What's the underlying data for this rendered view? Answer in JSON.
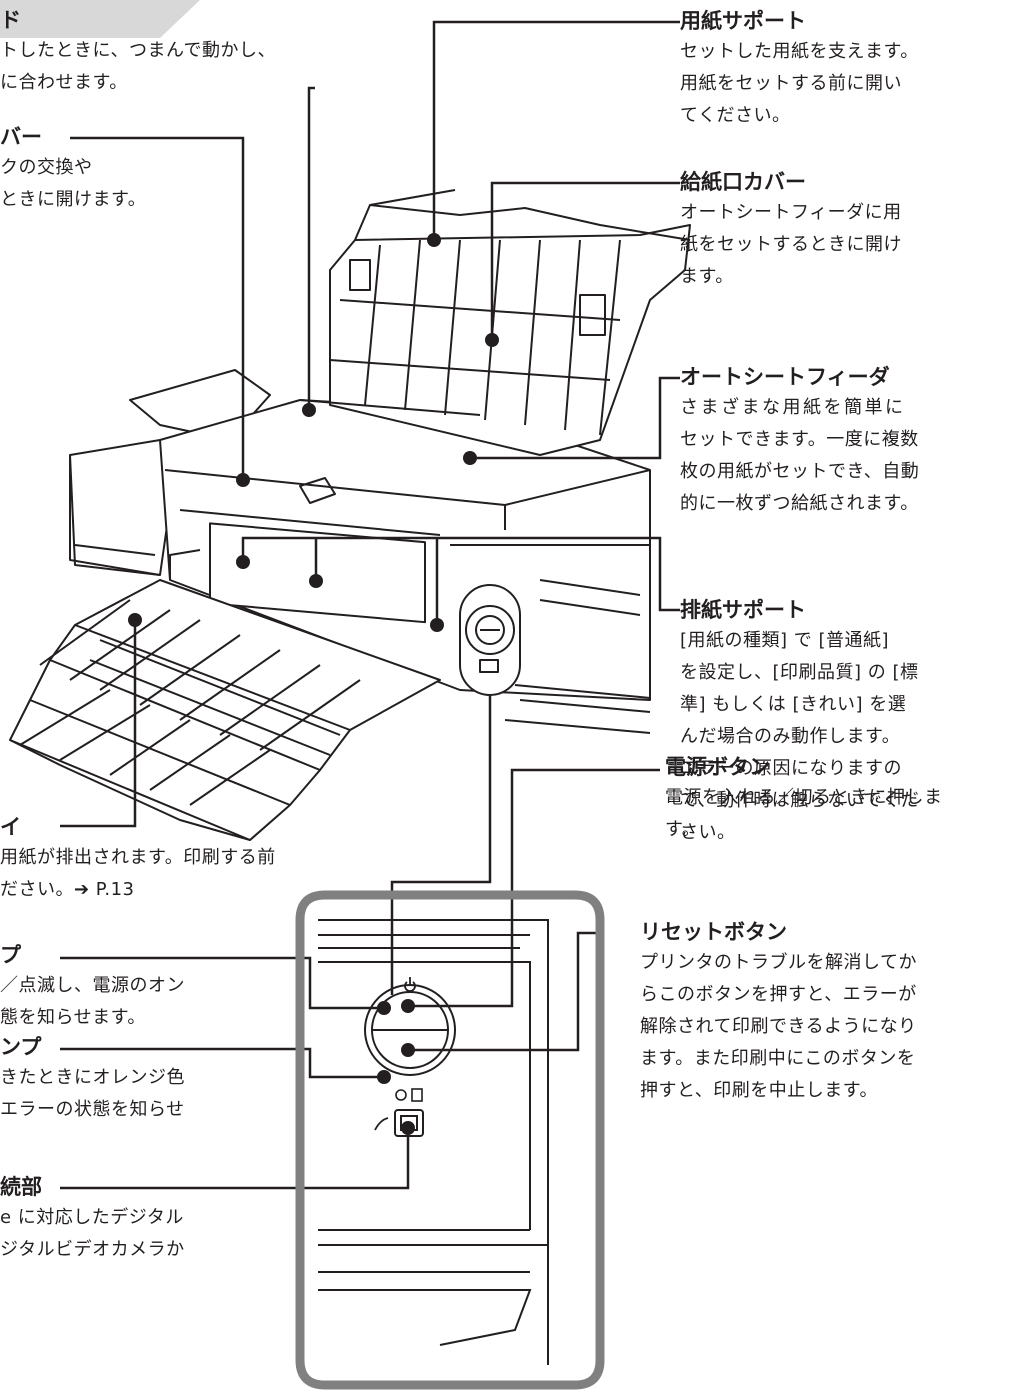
{
  "annotations": {
    "paper_guide": {
      "title": "ド",
      "lines": [
        "トしたときに、つまんで動かし、",
        "に合わせます。"
      ]
    },
    "top_cover": {
      "title": "バー",
      "lines": [
        "クの交換や",
        "ときに開けます。"
      ]
    },
    "paper_support": {
      "title": "用紙サポート",
      "lines": [
        "セットした用紙を支えます。",
        "用紙をセットする前に開い",
        "てください。"
      ]
    },
    "feed_slot_cover": {
      "title": "給紙口カバー",
      "lines": [
        "オートシートフィーダに用",
        "紙をセットするときに開け",
        "ます。"
      ]
    },
    "auto_sheet_feeder": {
      "title": "オートシートフィーダ",
      "lines": [
        "さまざまな用紙を簡単に",
        "セットできます。一度に複数",
        "枚の用紙がセットでき、自動",
        "的に一枚ずつ給紙されます。"
      ]
    },
    "output_support": {
      "title": "排紙サポート",
      "lines": [
        "[用紙の種類] で [普通紙]",
        "を設定し、[印刷品質] の [標",
        "準] もしくは [きれい] を選",
        "んだ場合のみ動作します。",
        "エラーの原因になりますの",
        "で、動作時は触らないでくだ",
        "さい。"
      ]
    },
    "output_tray": {
      "title": "イ",
      "lines": [
        "用紙が排出されます。印刷する前",
        "ださい。➔ P.13"
      ]
    },
    "power_button": {
      "title": "電源ボタン",
      "lines": [
        "電源を入れる／切るときに押しま",
        "す。"
      ]
    },
    "power_lamp": {
      "title": "プ",
      "lines": [
        "／点滅し、電源のオン",
        "態を知らせます。"
      ]
    },
    "reset_button": {
      "title": "リセットボタン",
      "lines": [
        "プリンタのトラブルを解消してか",
        "らこのボタンを押すと、エラーが",
        "解除されて印刷できるようになり",
        "ます。また印刷中にこのボタンを",
        "押すと、印刷を中止します。"
      ]
    },
    "alarm_lamp": {
      "title": "ンプ",
      "lines": [
        "きたときにオレンジ色",
        "エラーの状態を知らせ"
      ]
    },
    "direct_print_port": {
      "title": "続部",
      "lines": [
        "e に対応したデジタル",
        "ジタルビデオカメラか"
      ]
    }
  },
  "colors": {
    "ink": "#231f20",
    "panel_frame": "#808080",
    "tab_gray": "#d8d8d8"
  }
}
